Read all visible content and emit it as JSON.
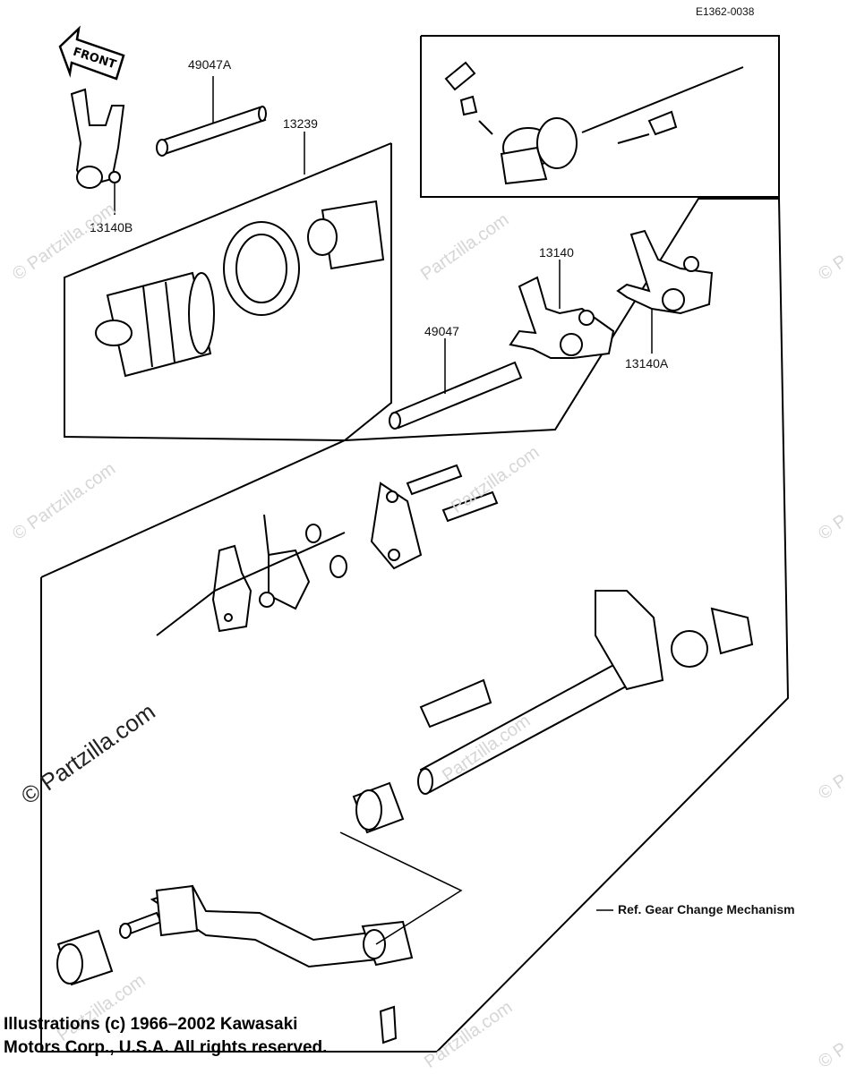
{
  "diagram": {
    "code": "E1362-0038",
    "front_label": "FRONT",
    "labels": {
      "p49047A": "49047A",
      "p13239": "13239",
      "p13140B": "13140B",
      "p13140": "13140",
      "p49047": "49047",
      "p13140A": "13140A"
    },
    "reference_note": "Ref. Gear Change Mechanism",
    "copyright_line1": "Illustrations (c) 1966–2002 Kawasaki",
    "copyright_line2": "Motors Corp., U.S.A.  All rights reserved.",
    "watermark": "© Partzilla.com",
    "watermark_short": "© P",
    "watermark_partial": "Partzilla.com"
  }
}
